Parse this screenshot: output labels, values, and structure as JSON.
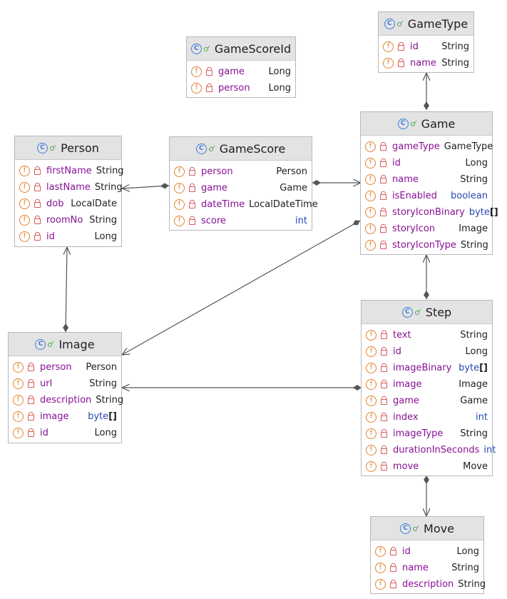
{
  "classes": [
    {
      "key": "gamescoreid",
      "name": "GameScoreId",
      "fields": [
        {
          "name": "game",
          "type": "Long",
          "kw": false
        },
        {
          "name": "person",
          "type": "Long",
          "kw": false
        }
      ]
    },
    {
      "key": "gametype",
      "name": "GameType",
      "fields": [
        {
          "name": "id",
          "type": "String",
          "kw": false
        },
        {
          "name": "name",
          "type": "String",
          "kw": false
        }
      ]
    },
    {
      "key": "person",
      "name": "Person",
      "fields": [
        {
          "name": "firstName",
          "type": "String",
          "kw": false
        },
        {
          "name": "lastName",
          "type": "String",
          "kw": false
        },
        {
          "name": "dob",
          "type": "LocalDate",
          "kw": false
        },
        {
          "name": "roomNo",
          "type": "String",
          "kw": false
        },
        {
          "name": "id",
          "type": "Long",
          "kw": false
        }
      ]
    },
    {
      "key": "gamescore",
      "name": "GameScore",
      "fields": [
        {
          "name": "person",
          "type": "Person",
          "kw": false
        },
        {
          "name": "game",
          "type": "Game",
          "kw": false
        },
        {
          "name": "dateTime",
          "type": "LocalDateTime",
          "kw": false
        },
        {
          "name": "score",
          "type": "int",
          "kw": true
        }
      ]
    },
    {
      "key": "game",
      "name": "Game",
      "fields": [
        {
          "name": "gameType",
          "type": "GameType",
          "kw": false
        },
        {
          "name": "id",
          "type": "Long",
          "kw": false
        },
        {
          "name": "name",
          "type": "String",
          "kw": false
        },
        {
          "name": "isEnabled",
          "type": "boolean",
          "kw": true
        },
        {
          "name": "storyIconBinary",
          "type": "byte",
          "suffix": "[]",
          "kw": true
        },
        {
          "name": "storyIcon",
          "type": "Image",
          "kw": false
        },
        {
          "name": "storyIconType",
          "type": "String",
          "kw": false
        }
      ]
    },
    {
      "key": "image",
      "name": "Image",
      "fields": [
        {
          "name": "person",
          "type": "Person",
          "kw": false
        },
        {
          "name": "url",
          "type": "String",
          "kw": false
        },
        {
          "name": "description",
          "type": "String",
          "kw": false
        },
        {
          "name": "image",
          "type": "byte",
          "suffix": "[]",
          "kw": true
        },
        {
          "name": "id",
          "type": "Long",
          "kw": false
        }
      ]
    },
    {
      "key": "step",
      "name": "Step",
      "fields": [
        {
          "name": "text",
          "type": "String",
          "kw": false
        },
        {
          "name": "id",
          "type": "Long",
          "kw": false
        },
        {
          "name": "imageBinary",
          "type": "byte",
          "suffix": "[]",
          "kw": true
        },
        {
          "name": "image",
          "type": "Image",
          "kw": false
        },
        {
          "name": "game",
          "type": "Game",
          "kw": false
        },
        {
          "name": "index",
          "type": "int",
          "kw": true
        },
        {
          "name": "imageType",
          "type": "String",
          "kw": false
        },
        {
          "name": "durationInSeconds",
          "type": "int",
          "kw": true
        },
        {
          "name": "move",
          "type": "Move",
          "kw": false
        }
      ]
    },
    {
      "key": "move",
      "name": "Move",
      "fields": [
        {
          "name": "id",
          "type": "Long",
          "kw": false
        },
        {
          "name": "name",
          "type": "String",
          "kw": false
        },
        {
          "name": "description",
          "type": "String",
          "kw": false
        }
      ]
    }
  ],
  "icons": {
    "class": "C",
    "field": "f"
  },
  "colors": {
    "field_name": "#871094",
    "keyword_type": "#2748b5",
    "class_icon": "#3b7ddd",
    "field_icon": "#e0812b",
    "edge": "#555555"
  }
}
